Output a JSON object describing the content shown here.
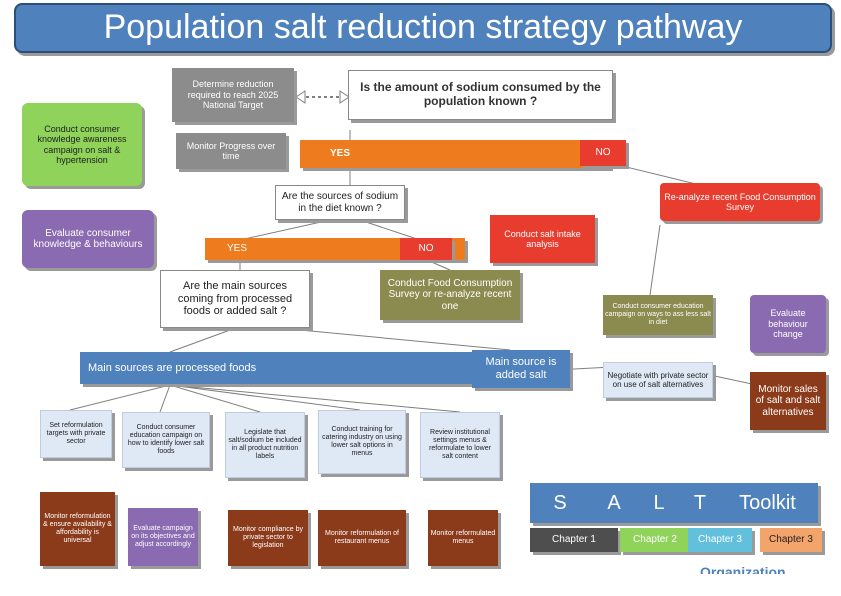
{
  "title": "Population salt reduction strategy pathway",
  "nodes": {
    "determine_reduction": "Determine reduction required to reach 2025 National Target",
    "sodium_known_question": "Is the amount of sodium consumed by the population known ?",
    "conduct_campaign": "Conduct consumer knowledge awareness campaign on salt & hypertension",
    "monitor_progress": "Monitor Progress over time",
    "yes_1": "YES",
    "no_1": "NO",
    "sources_known_question": "Are the sources of sodium in the diet known ?",
    "reanalyze_food": "Re-analyze recent Food Consumption Survey",
    "evaluate_consumer": "Evaluate consumer knowledge & behaviours",
    "conduct_salt_intake": "Conduct salt intake analysis",
    "yes_2": "YES",
    "no_2": "NO",
    "main_sources_question": "Are the main sources coming from processed foods or added salt ?",
    "conduct_food_consumption": "Conduct Food Consumption Survey or re-analyze recent one",
    "consumer_education_ways": "Conduct consumer education campaign on ways to ass less salt in diet",
    "evaluate_behaviour": "Evaluate behaviour change",
    "main_processed": "Main sources are processed foods",
    "main_added": "Main source is added salt",
    "negotiate_private": "Negotiate with private sector on use of salt alternatives",
    "monitor_sales": "Monitor sales of salt and salt alternatives",
    "set_reformulation": "Set reformulation targets with private sector",
    "conduct_consumer_edu_identify": "Conduct consumer education campaign on how to identify lower salt foods",
    "legislate": "Legislate that salt/sodium be included in all product nutrition labels",
    "training_catering": "Conduct training for catering industry on using lower salt options in menus",
    "review_institutional": "Review institutional settings menus & reformulate to lower salt content",
    "monitor_reformulation_affordability": "Monitor reformulation & ensure availability & affordability is universal",
    "evaluate_campaign": "Evaluate campaign on its objectives and adjust accordingly",
    "monitor_compliance": "Monitor compliance by private sector to legislation",
    "monitor_restaurant": "Monitor reformulation of restaurant menus",
    "monitor_reformulated": "Monitor reformulated menus"
  },
  "toolkit": {
    "letters": [
      "S",
      "A",
      "L",
      "T"
    ],
    "label": "Toolkit",
    "chapters": [
      "Chapter 1",
      "Chapter 2",
      "Chapter 3",
      "Chapter 3"
    ]
  },
  "footer_partial": "Organization",
  "colors": {
    "title_blue": "#4f81bd",
    "green": "#8fd35a",
    "purple": "#8a6ab0",
    "olive": "#8b8b4f",
    "orange": "#ee7b1d",
    "red": "#e73c2e",
    "gray": "#8c8c8c",
    "brown": "#8b3a1a"
  }
}
